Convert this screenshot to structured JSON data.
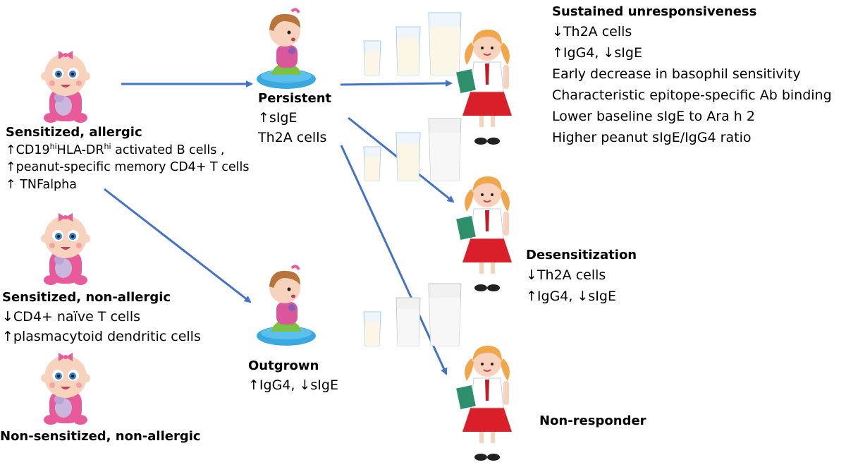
{
  "infant_groups": {
    "sensitized_allergic": {
      "title": "Sensitized, allergic",
      "line1_parts": [
        "↑CD19",
        "hi",
        "HLA-DR",
        "hi",
        " activated B cells ,"
      ],
      "line2": "↑peanut-specific memory CD4+ T cells",
      "line3": "↑ TNFalpha"
    },
    "sensitized_nonallergic": {
      "title": "Sensitized, non-allergic",
      "lines": [
        "↓CD4+ naïve T cells",
        "↑plasmacytoid dendritic cells"
      ]
    },
    "nonsensitized": {
      "title": "Non-sensitized, non-allergic"
    }
  },
  "toddler_groups": {
    "persistent": {
      "title": "Persistent",
      "lines": [
        "↑sIgE",
        "Th2A cells"
      ]
    },
    "outgrown": {
      "title": "Outgrown",
      "lines": [
        "↑IgG4, ↓sIgE"
      ]
    }
  },
  "outcomes": {
    "sustained": {
      "title": "Sustained unresponsiveness",
      "lines": [
        "↓Th2A cells",
        "↑IgG4, ↓sIgE",
        "Early decrease in basophil sensitivity",
        "Characteristic epitope-specific Ab binding",
        "Lower baseline sIgE to Ara h 2",
        "Higher peanut sIgE/IgG4 ratio"
      ]
    },
    "desensitization": {
      "title": "Desensitization",
      "lines": [
        "↓Th2A cells",
        "↑IgG4, ↓sIgE"
      ]
    },
    "nonresponder": {
      "title": "Non-responder"
    }
  },
  "colors": {
    "arrow": "#4472c4",
    "baby_skin": "#f7d2bd",
    "baby_pink": "#e95a9a",
    "toddler_hair": "#b8743a",
    "cushion": "#39a9e0",
    "milk": "#fbf6e6",
    "glass": "#cfe6f5",
    "skirt": "#d81f2a",
    "shirt": "#ffffff"
  }
}
